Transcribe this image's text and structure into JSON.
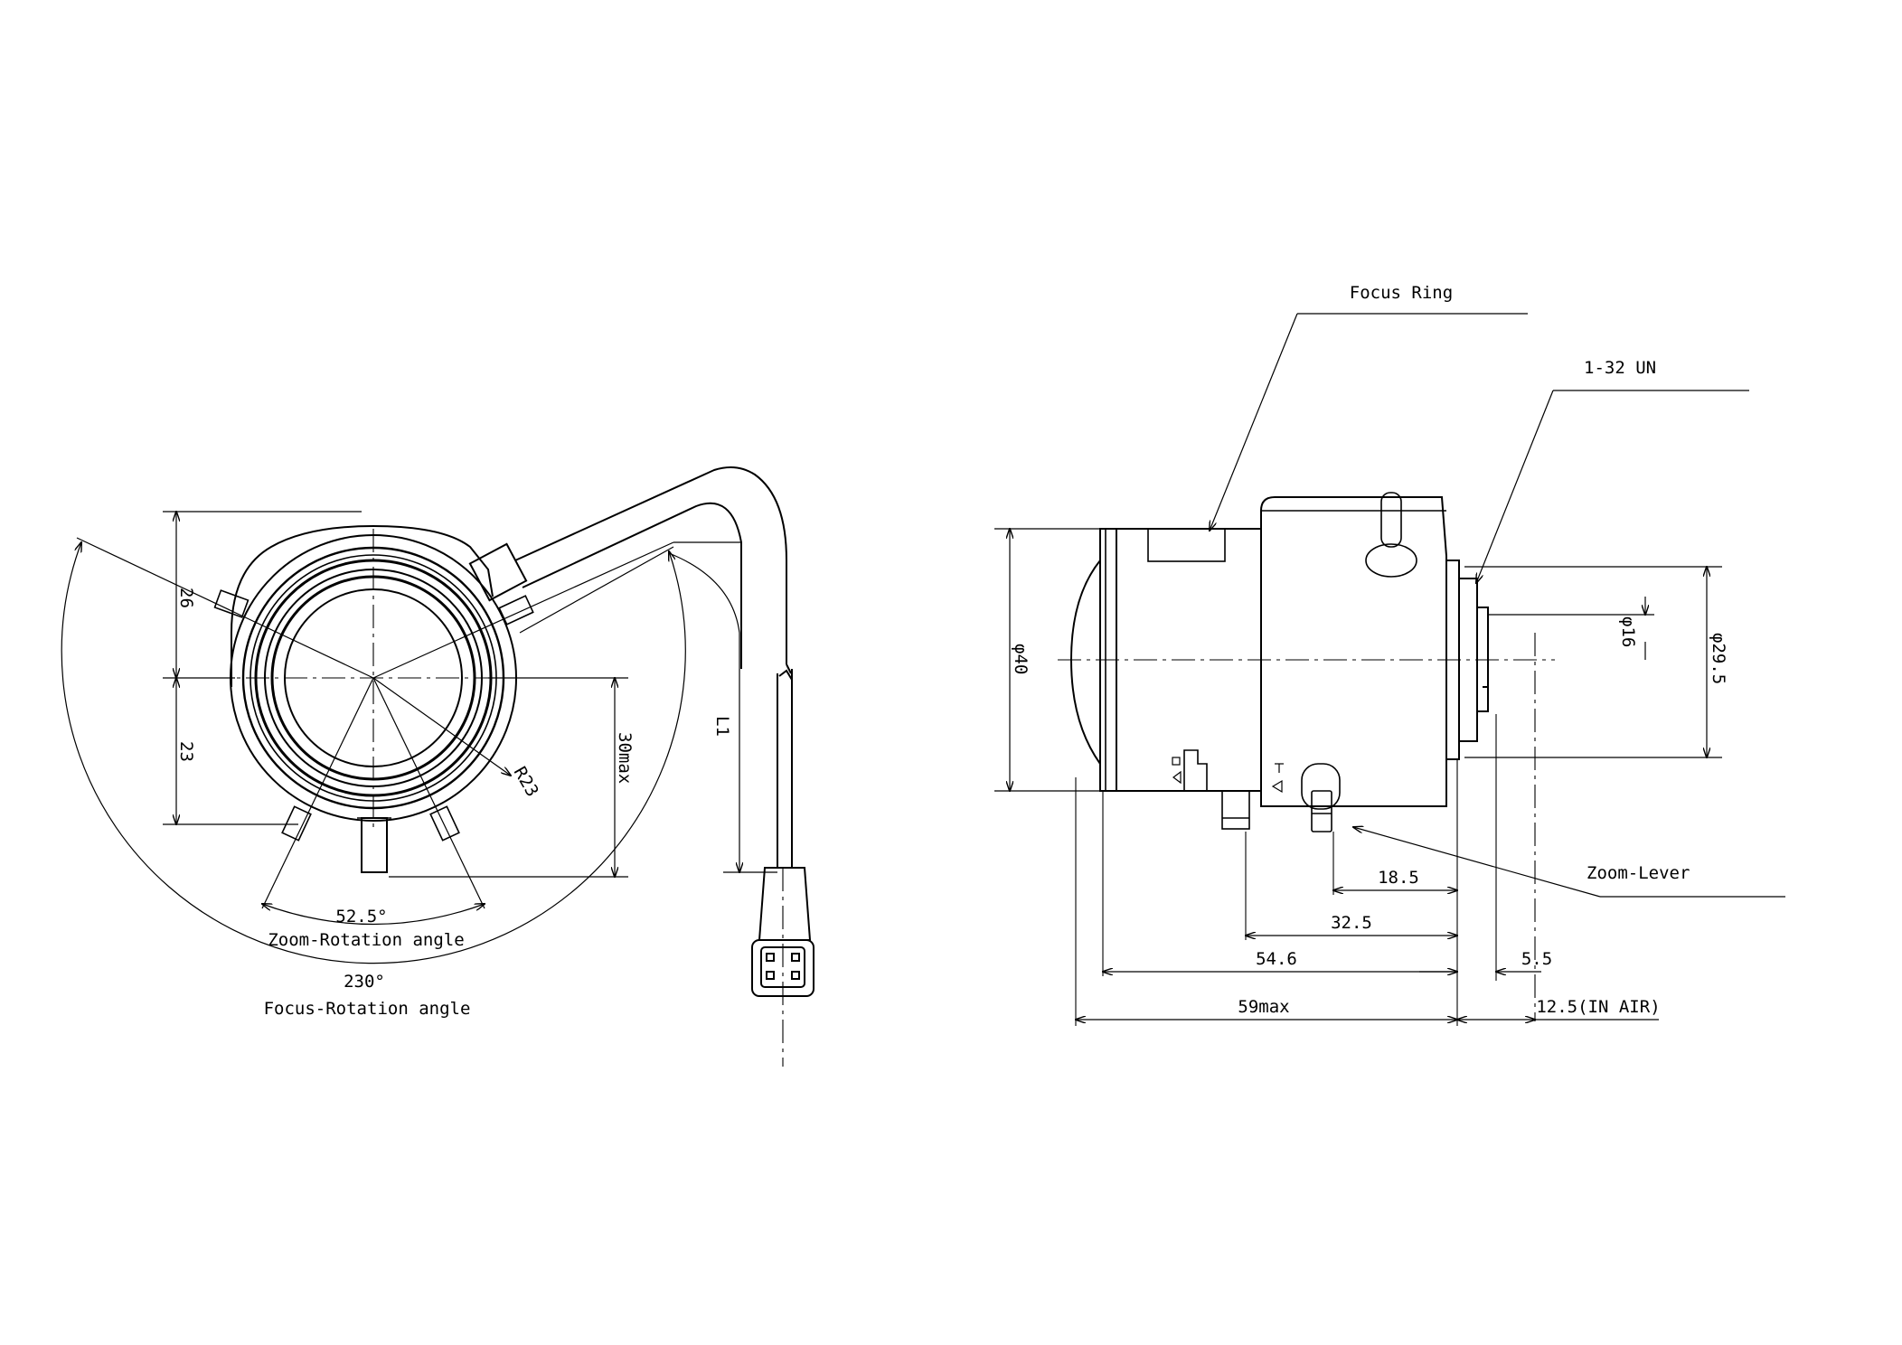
{
  "front_view": {
    "dim_top": "26",
    "dim_bottom": "23",
    "dim_radius": "R23",
    "dim_height": "30max",
    "dim_cable": "L1",
    "zoom_angle_value": "52.5°",
    "zoom_angle_label": "Zoom-Rotation angle",
    "focus_angle_value": "230°",
    "focus_angle_label": "Focus-Rotation angle"
  },
  "side_view": {
    "focus_ring_label": "Focus Ring",
    "thread_label": "1-32 UN",
    "zoom_lever_label": "Zoom-Lever",
    "dia_front": "φ40",
    "dia_mount": "φ29.5",
    "dia_rear": "φ16",
    "dim_18_5": "18.5",
    "dim_32_5": "32.5",
    "dim_54_6": "54.6",
    "dim_5_5": "5.5",
    "dim_59": "59max",
    "dim_12_5": "12.5(IN AIR)"
  }
}
